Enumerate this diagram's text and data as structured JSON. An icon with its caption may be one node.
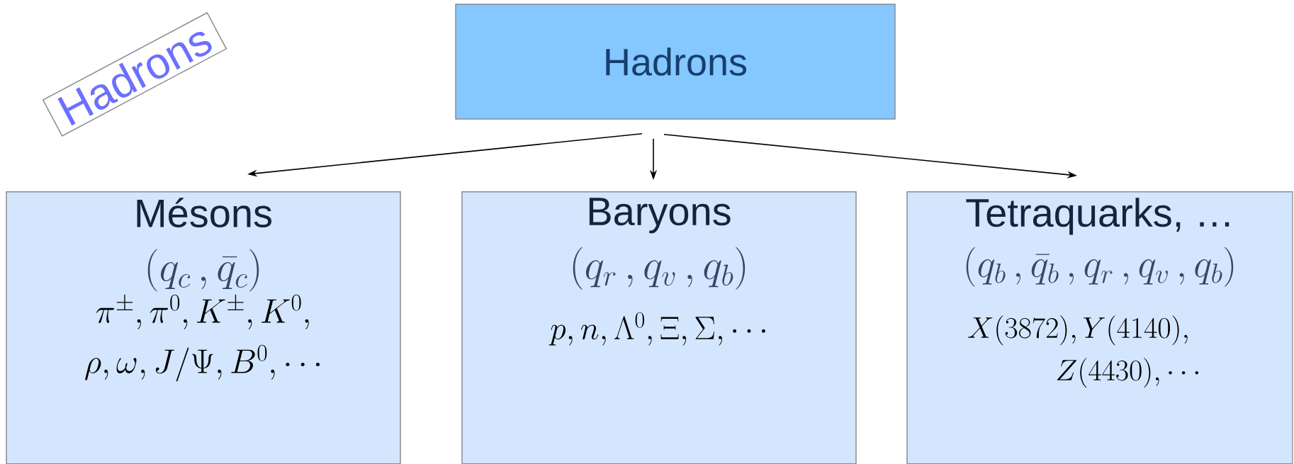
{
  "diagram": {
    "nodes": [
      {
        "text": [
          "Hadrons"
        ]
      },
      {
        "text": [
          "Hadrons"
        ]
      },
      {
        "text": [
          "Mésons",
          "(q_c\\,,\\bar{q}_c)",
          "\\pi^{\\pm},\\pi^0,K^{\\pm},K^0,",
          "\\rho,\\omega,J/\\Psi,B^0,\\cdots"
        ]
      },
      {
        "text": [
          "Baryons",
          "(q_r\\,,q_v\\,,q_b)",
          "p,n,\\Lambda^0,\\Xi,\\Sigma,\\cdots"
        ]
      },
      {
        "text": [
          "Tetraquarks, …",
          "(q_b\\,,\\bar{q}_b\\,,q_r\\,,q_v\\,,q_b)",
          "X(3872),Y(4140),",
          "Z(4430),\\cdots"
        ]
      }
    ],
    "edges": [
      {
        "from": 1,
        "to": 2,
        "arrow": "to"
      },
      {
        "from": 1,
        "to": 3,
        "arrow": "to"
      },
      {
        "from": 1,
        "to": 4,
        "arrow": "to"
      }
    ]
  }
}
